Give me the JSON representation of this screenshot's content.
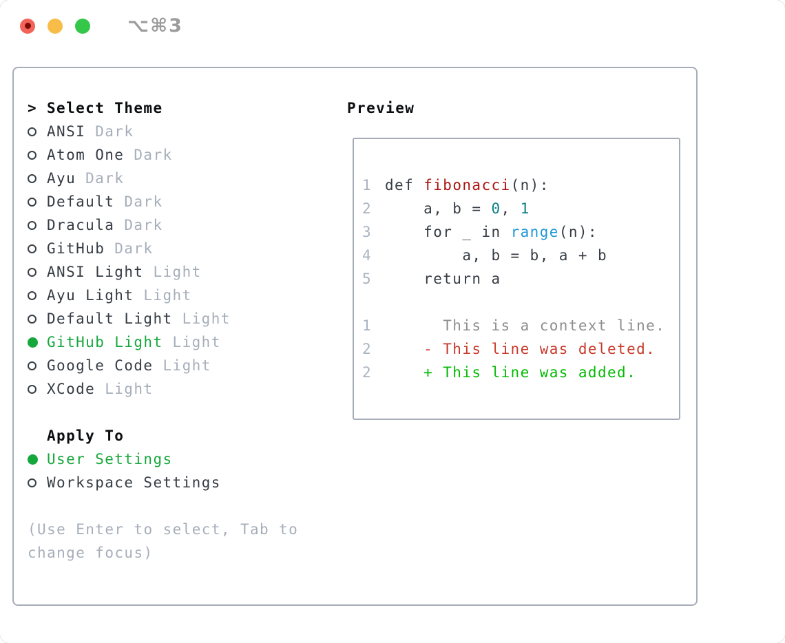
{
  "window": {
    "title": "⌥⌘3",
    "traffic_lights": [
      "close",
      "minimize",
      "zoom"
    ]
  },
  "theme_panel": {
    "header_marker": ">",
    "header": "Select Theme",
    "themes": [
      {
        "name": "ANSI",
        "variant": "Dark",
        "selected": false
      },
      {
        "name": "Atom One",
        "variant": "Dark",
        "selected": false
      },
      {
        "name": "Ayu",
        "variant": "Dark",
        "selected": false
      },
      {
        "name": "Default",
        "variant": "Dark",
        "selected": false
      },
      {
        "name": "Dracula",
        "variant": "Dark",
        "selected": false
      },
      {
        "name": "GitHub",
        "variant": "Dark",
        "selected": false
      },
      {
        "name": "ANSI Light",
        "variant": "Light",
        "selected": false
      },
      {
        "name": "Ayu Light",
        "variant": "Light",
        "selected": false
      },
      {
        "name": "Default Light",
        "variant": "Light",
        "selected": false
      },
      {
        "name": "GitHub Light",
        "variant": "Light",
        "selected": true
      },
      {
        "name": "Google Code",
        "variant": "Light",
        "selected": false
      },
      {
        "name": "XCode",
        "variant": "Light",
        "selected": false
      }
    ],
    "apply_to": {
      "header": "Apply To",
      "options": [
        {
          "label": "User Settings",
          "selected": true
        },
        {
          "label": "Workspace Settings",
          "selected": false
        }
      ]
    },
    "help_text": "(Use Enter to select, Tab to change focus)"
  },
  "preview": {
    "title": "Preview",
    "code_lines": [
      {
        "num": "1",
        "tokens": [
          {
            "text": "def ",
            "type": "plain"
          },
          {
            "text": "fibonacci",
            "type": "func"
          },
          {
            "text": "(n):",
            "type": "plain"
          }
        ]
      },
      {
        "num": "2",
        "tokens": [
          {
            "text": "    a, b = ",
            "type": "plain"
          },
          {
            "text": "0",
            "type": "num"
          },
          {
            "text": ", ",
            "type": "plain"
          },
          {
            "text": "1",
            "type": "num"
          }
        ]
      },
      {
        "num": "3",
        "tokens": [
          {
            "text": "    for _ in ",
            "type": "plain"
          },
          {
            "text": "range",
            "type": "builtin"
          },
          {
            "text": "(n):",
            "type": "plain"
          }
        ]
      },
      {
        "num": "4",
        "tokens": [
          {
            "text": "        a, b = b, a + b",
            "type": "plain"
          }
        ]
      },
      {
        "num": "5",
        "tokens": [
          {
            "text": "    return a",
            "type": "plain"
          }
        ]
      }
    ],
    "diff_lines": [
      {
        "num": "1",
        "text": "      This is a context line.",
        "kind": "context"
      },
      {
        "num": "2",
        "text": "    - This line was deleted.",
        "kind": "deleted"
      },
      {
        "num": "2",
        "text": "    + This line was added.",
        "kind": "added"
      }
    ]
  },
  "colors": {
    "selected_green": "#16a73c",
    "added_green": "#04ba04",
    "deleted_red": "#c9392a",
    "context_gray": "#8e8e8e",
    "function_red": "#ab1410",
    "number_teal": "#0e7e86",
    "builtin_blue": "#1e97d4",
    "text_dark": "#363c44",
    "muted_gray": "#a6aeba",
    "line_number_gray": "#a9b3c0",
    "border_gray": "#a6adb8",
    "title_gray": "#9b9b9b",
    "light_red": "#f2635a",
    "light_yellow": "#f8bd49",
    "light_green": "#35c749"
  }
}
